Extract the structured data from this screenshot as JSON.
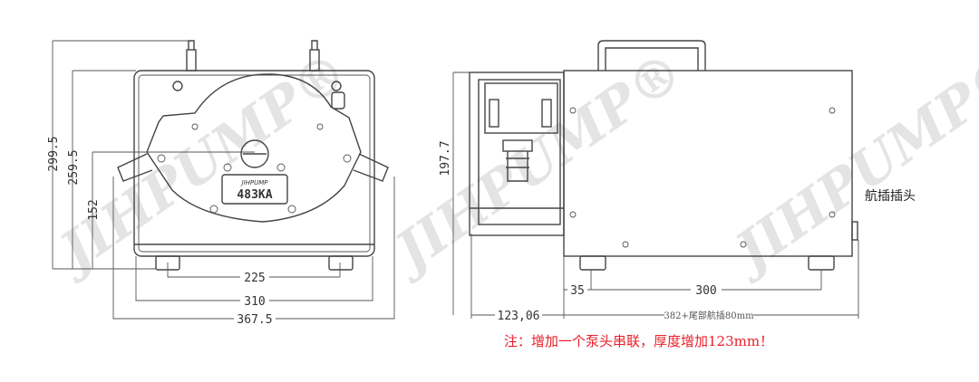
{
  "watermark": "JIHPUMP®",
  "model_label": "483KA",
  "brand_plate": "JIHPUMP",
  "front_view": {
    "dims": {
      "height_total": "299.5",
      "height_body": "259.5",
      "tube_height": "152",
      "feet_spacing": "225",
      "body_width": "310",
      "total_width": "367.5"
    }
  },
  "side_view": {
    "dims": {
      "height": "197.7",
      "foot_offset": "35",
      "feet_spacing": "300",
      "head_depth": "123,06",
      "body_depth": "382+尾部航插80mm"
    },
    "connector_label": "航插插头"
  },
  "note": "注：增加一个泵头串联，厚度增加123mm！"
}
